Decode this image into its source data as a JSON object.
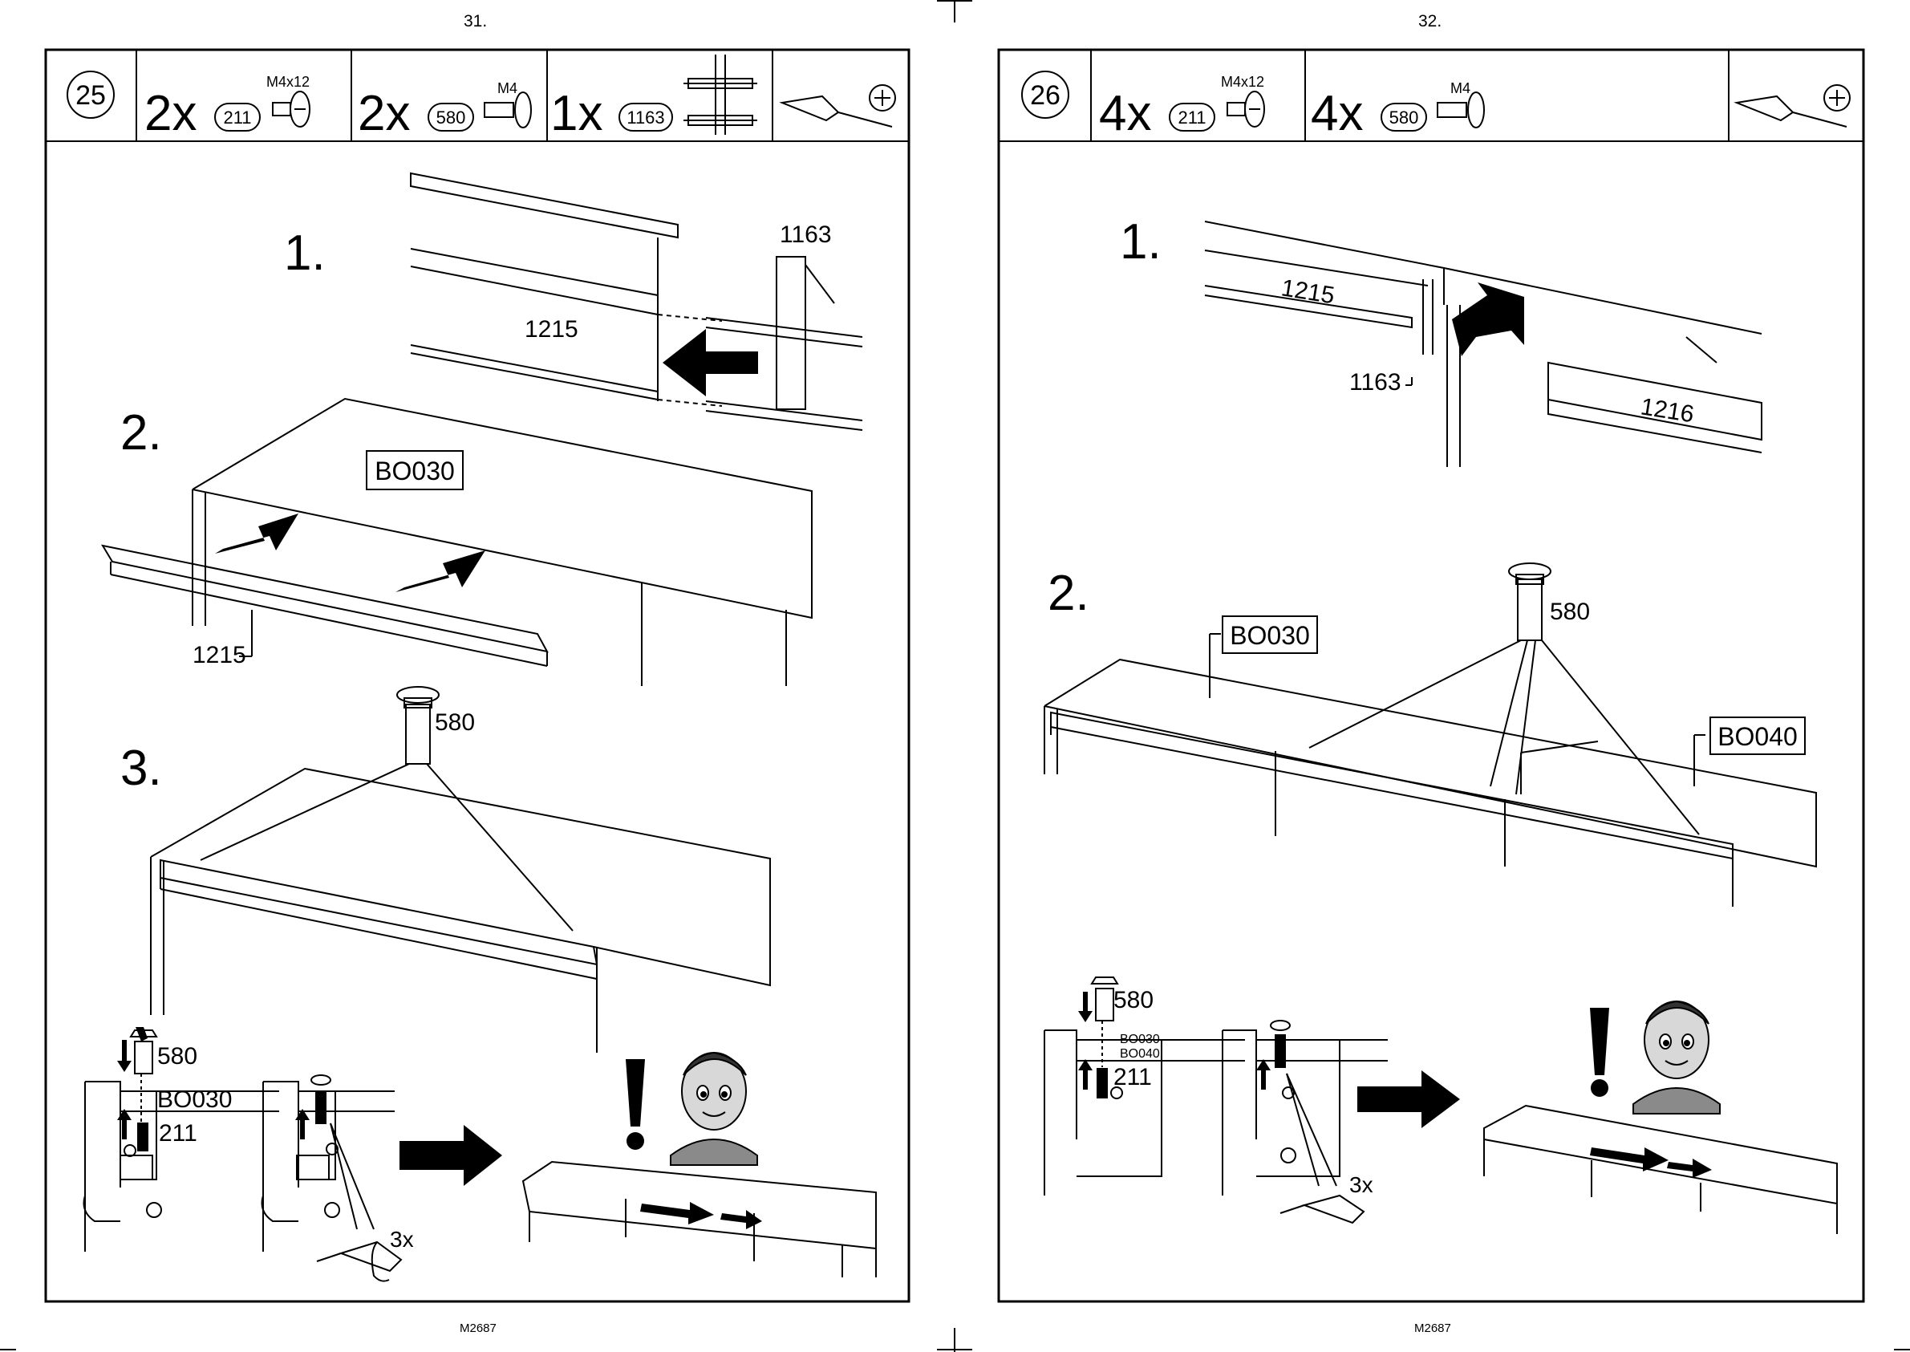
{
  "pages": [
    {
      "page_number": "31.",
      "step_number": "25",
      "parts": [
        {
          "qty": "2x",
          "id": "211",
          "spec": "M4x12"
        },
        {
          "qty": "2x",
          "id": "580",
          "spec": "M4"
        },
        {
          "qty": "1x",
          "id": "1163",
          "spec": ""
        }
      ],
      "sub_steps": [
        "1.",
        "2.",
        "3."
      ],
      "labels": {
        "s1_bracket": "1163",
        "s1_rail": "1215",
        "s2_panel": "BO030",
        "s2_rail": "1215",
        "s3_screw": "580",
        "detail_screw": "580",
        "detail_panel": "BO030",
        "detail_bolt": "211",
        "times": "3x"
      },
      "model_code": "M2687"
    },
    {
      "page_number": "32.",
      "step_number": "26",
      "parts": [
        {
          "qty": "4x",
          "id": "211",
          "spec": "M4x12"
        },
        {
          "qty": "4x",
          "id": "580",
          "spec": "M4"
        }
      ],
      "sub_steps": [
        "1.",
        "2."
      ],
      "labels": {
        "s1_rail_a": "1215",
        "s1_rail_b": "1216",
        "s1_bracket": "1163",
        "s2_panel_a": "BO030",
        "s2_panel_b": "BO040",
        "s2_screw": "580",
        "detail_screw": "580",
        "detail_panel_a": "BO030",
        "detail_panel_b": "BO040",
        "detail_bolt": "211",
        "times": "3x"
      },
      "model_code": "M2687"
    }
  ],
  "icons": [
    "screwdriver-icon",
    "phillips-head-icon",
    "warning-exclamation-icon",
    "worker-mascot-icon"
  ]
}
